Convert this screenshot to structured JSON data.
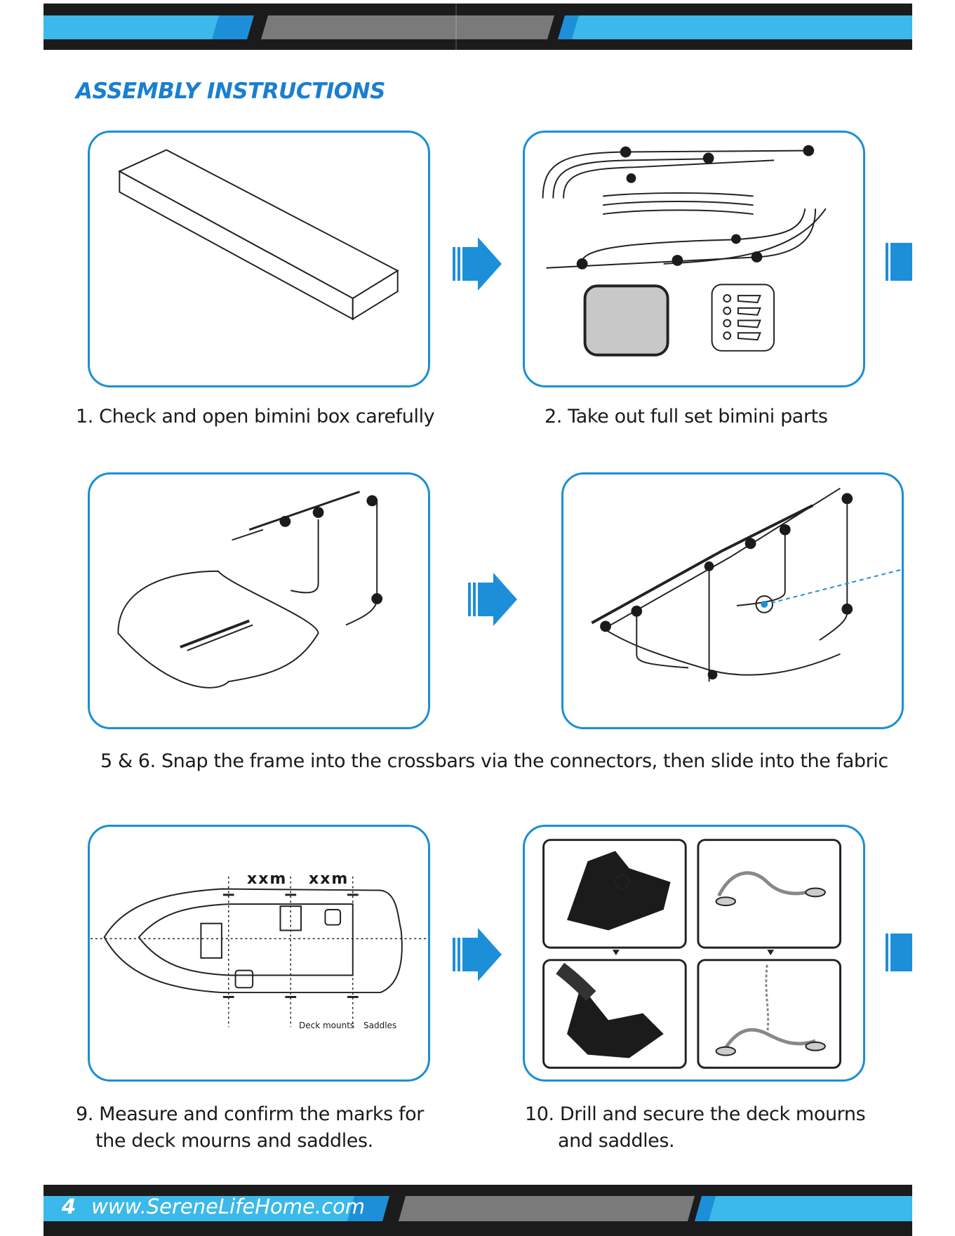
{
  "header": {
    "title": "ASSEMBLY INSTRUCTIONS"
  },
  "steps": [
    {
      "caption": "1. Check and open bimini box carefully"
    },
    {
      "caption": "2. Take out full set bimini parts"
    },
    {
      "caption": "5 & 6. Snap the frame into the crossbars via the connectors, then slide into the fabric"
    },
    {
      "caption_line1": "9. Measure and confirm the marks for",
      "caption_line2": "the deck mourns and saddles."
    },
    {
      "caption_line1": "10. Drill and secure the deck mourns",
      "caption_line2": "and saddles."
    }
  ],
  "diagram_labels": {
    "measure_left": "xxm",
    "measure_right": "xxm",
    "deck_mounts": "Deck mounts",
    "saddles": "Saddles"
  },
  "footer": {
    "page_number": "4",
    "website": "www.SereneLifeHome.com"
  },
  "colors": {
    "accent_blue": "#3bb9ea",
    "title_blue": "#1a7fd0",
    "panel_border": "#1a8fd6",
    "band_dark": "#1b1b1b",
    "band_gray": "#7a7a7a"
  }
}
